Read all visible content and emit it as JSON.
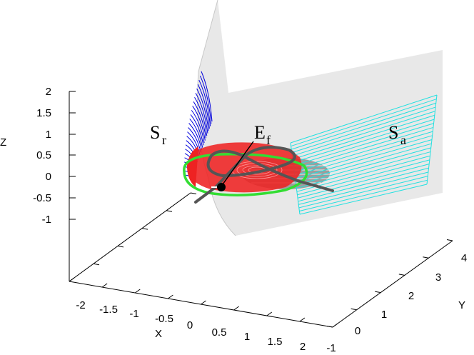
{
  "axes": {
    "x": {
      "title": "X",
      "ticks": [
        "-2",
        "-1.5",
        "-1",
        "-0.5",
        "0",
        "0.5",
        "1",
        "1.5",
        "2"
      ]
    },
    "y": {
      "title": "Y",
      "ticks": [
        "-1",
        "0",
        "1",
        "2",
        "3",
        "4"
      ]
    },
    "z": {
      "title": "Z",
      "ticks": [
        "2",
        "1.5",
        "1",
        "0.5",
        "0",
        "-0.5",
        "-1"
      ]
    }
  },
  "labels": {
    "repelling": {
      "base": "S",
      "sub": "r"
    },
    "attracting": {
      "base": "S",
      "sub": "a"
    },
    "fold": {
      "base": "E",
      "sub": "f"
    }
  },
  "colors": {
    "repelling_surface": "#0000dd",
    "attracting_surface": "#22e0e0",
    "fold_disk": "#ee2222",
    "fold_curve": "#33dd33",
    "trajectory": "#555555",
    "critical_manifold": "#dcdcdc"
  }
}
